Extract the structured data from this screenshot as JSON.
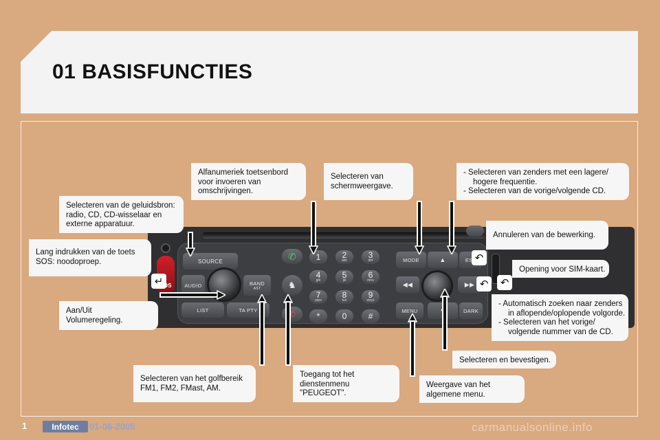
{
  "page": {
    "title": "01 BASISFUNCTIES"
  },
  "callouts": {
    "alfanumeriek": [
      "Alfanumeriek toetsenbord",
      "voor invoeren van",
      "omschrijvingen."
    ],
    "schermweergave": [
      "Selecteren van",
      "schermweergave."
    ],
    "zenders": [
      "Selecteren van zenders met een lagere/",
      "hogere frequentie.",
      "Selecteren van de vorige/volgende CD."
    ],
    "geluidsbron": [
      "Selecteren van de geluidsbron:",
      "radio, CD, CD-wisselaar en",
      "externe apparatuur."
    ],
    "annuleren": [
      "Annuleren van de bewerking."
    ],
    "sos": [
      "Lang indrukken van de toets",
      "SOS: noodoproep."
    ],
    "sim": [
      "Opening voor SIM-kaart."
    ],
    "aan_uit": [
      "Aan/Uit",
      "Volumeregeling."
    ],
    "automatisch": [
      "Automatisch zoeken naar zenders",
      "in aflopende/oplopende volgorde.",
      "Selecteren van het vorige/",
      "volgende nummer van de CD."
    ],
    "bevestigen": [
      "Selecteren en bevestigen."
    ],
    "golfbereik": [
      "Selecteren van het golfbereik",
      "FM1, FM2, FMast, AM."
    ],
    "dienstenmenu": [
      "Toegang tot het",
      "dienstenmenu",
      "\"PEUGEOT\"."
    ],
    "menu": [
      "Weergave van het",
      "algemene menu."
    ]
  },
  "radio": {
    "buttons": {
      "source": "SOURCE",
      "audio": "AUDIO",
      "band": "BAND",
      "band_sub": "AST",
      "list": "LIST",
      "ta_pty": "TA PTY",
      "mode": "MODE",
      "esc": "ESC",
      "menu": "MENU",
      "dark": "DARK",
      "sos": "SOS"
    },
    "keypad": [
      {
        "num": "1",
        "letters": ""
      },
      {
        "num": "2",
        "letters": "abc"
      },
      {
        "num": "3",
        "letters": "def"
      },
      {
        "num": "4",
        "letters": "ghi"
      },
      {
        "num": "5",
        "letters": "jkl"
      },
      {
        "num": "6",
        "letters": "mno"
      },
      {
        "num": "7",
        "letters": "pqrs"
      },
      {
        "num": "8",
        "letters": "tuv"
      },
      {
        "num": "9",
        "letters": "wxyz"
      },
      {
        "num": "*",
        "letters": ""
      },
      {
        "num": "0",
        "letters": ""
      },
      {
        "num": "#",
        "letters": ""
      }
    ]
  },
  "footer": {
    "page_number": "1",
    "logo": "Infotec",
    "date": "01-06-2005",
    "watermark": "carmanualsonline.info"
  },
  "colors": {
    "background": "#d9a97f",
    "panel": "#f4f3f3",
    "radio_body": "#2f2f31",
    "sos_red": "#d0202a"
  }
}
